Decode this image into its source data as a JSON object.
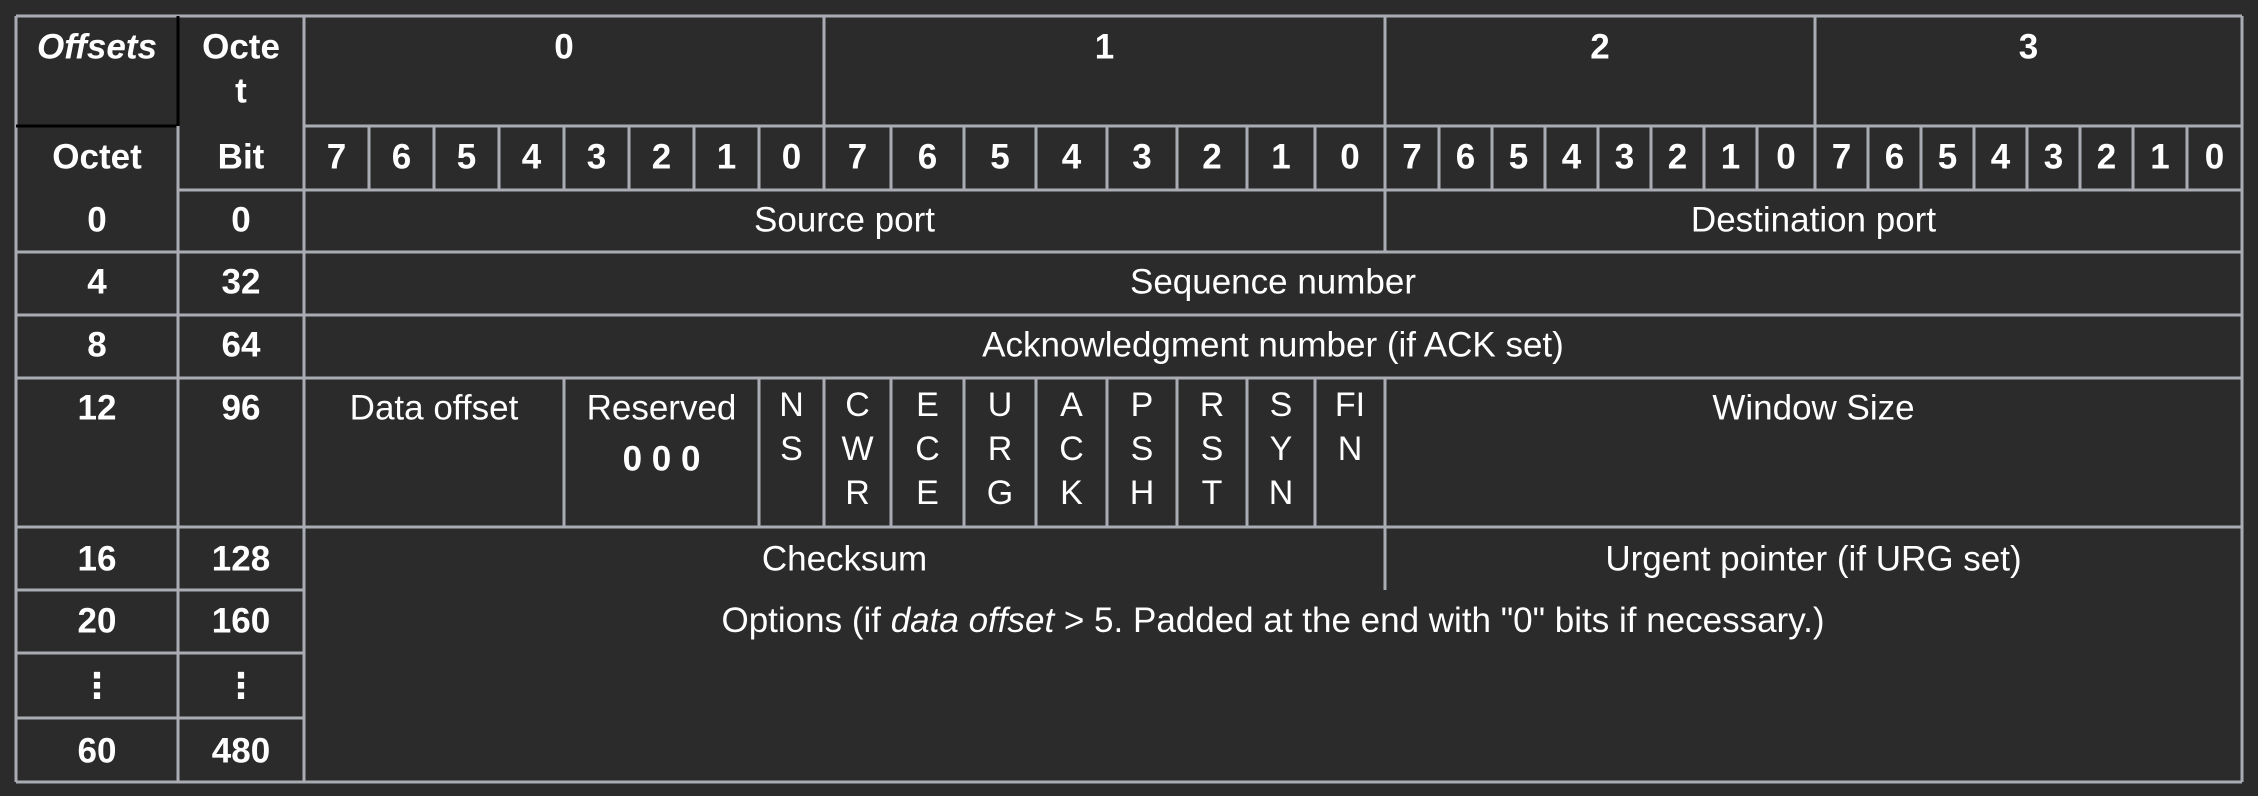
{
  "header": {
    "offsets_label": "Offsets",
    "octet_label_top": "Octe",
    "octet_label_top_wrap": "t",
    "octet_label": "Octet",
    "bit_label": "Bit",
    "octet_numbers": [
      "0",
      "1",
      "2",
      "3"
    ],
    "bit_numbers": [
      "7",
      "6",
      "5",
      "4",
      "3",
      "2",
      "1",
      "0"
    ]
  },
  "rows": [
    {
      "octet": "0",
      "bit": "0"
    },
    {
      "octet": "4",
      "bit": "32"
    },
    {
      "octet": "8",
      "bit": "64"
    },
    {
      "octet": "12",
      "bit": "96"
    },
    {
      "octet": "16",
      "bit": "128"
    },
    {
      "octet": "20",
      "bit": "160"
    },
    {
      "octet": "⋮",
      "bit": "⋮"
    },
    {
      "octet": "60",
      "bit": "480"
    }
  ],
  "fields": {
    "source_port": "Source port",
    "destination_port": "Destination port",
    "sequence_number": "Sequence number",
    "acknowledgment_number": "Acknowledgment number (if ACK set)",
    "data_offset": "Data offset",
    "reserved": "Reserved",
    "reserved_bits": "0 0 0",
    "window_size": "Window Size",
    "checksum": "Checksum",
    "urgent_pointer": "Urgent pointer (if URG set)",
    "options_prefix": "Options (if ",
    "options_italic": "data offset",
    "options_suffix": " > 5. Padded at the end with \"0\" bits if necessary.)"
  },
  "flags": [
    {
      "name": "NS",
      "lines": [
        "N",
        "S"
      ]
    },
    {
      "name": "CWR",
      "lines": [
        "C",
        "W",
        "R"
      ]
    },
    {
      "name": "ECE",
      "lines": [
        "E",
        "C",
        "E"
      ]
    },
    {
      "name": "URG",
      "lines": [
        "U",
        "R",
        "G"
      ]
    },
    {
      "name": "ACK",
      "lines": [
        "A",
        "C",
        "K"
      ]
    },
    {
      "name": "PSH",
      "lines": [
        "P",
        "S",
        "H"
      ]
    },
    {
      "name": "RST",
      "lines": [
        "R",
        "S",
        "T"
      ]
    },
    {
      "name": "SYN",
      "lines": [
        "S",
        "Y",
        "N"
      ]
    },
    {
      "name": "FIN",
      "lines": [
        "FI",
        "N"
      ]
    }
  ],
  "colors": {
    "background": "#2b2b2b",
    "grid": "#a9adb3",
    "text": "#ffffff",
    "header_separator": "#000000"
  }
}
